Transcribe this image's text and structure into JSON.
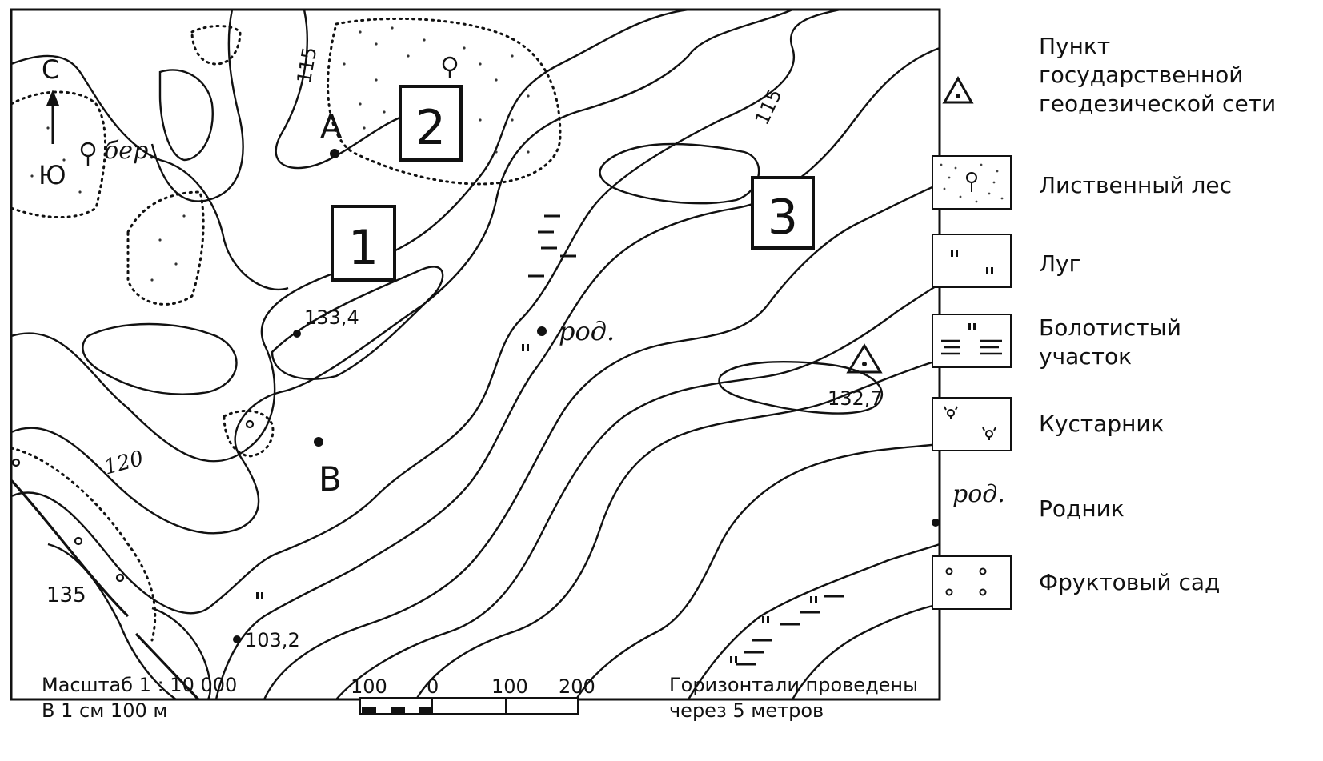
{
  "map": {
    "hill_label_1": "115",
    "hill_label_2": "115",
    "label_120": "120",
    "label_135": "135",
    "elev_1": "133,4",
    "elev_2": "132,7",
    "elev_3": "103,2",
    "point_a": "А",
    "point_b": "В",
    "square_1": "1",
    "square_2": "2",
    "square_3": "3",
    "north": "С",
    "south": "Ю",
    "birch": "бер.",
    "spring_label": "род."
  },
  "legend": {
    "items": [
      {
        "label_1": "Пункт",
        "label_2": "государственной",
        "label_3": "геодезической сети",
        "icon": "triangle-icon"
      },
      {
        "label": "Лиственный лес",
        "icon": "deciduous-forest-icon"
      },
      {
        "label": "Луг",
        "icon": "meadow-icon"
      },
      {
        "label_1": "Болотистый",
        "label_2": "участок",
        "icon": "swamp-icon"
      },
      {
        "label": "Кустарник",
        "icon": "shrub-icon"
      },
      {
        "label": "Родник",
        "sample": "род.",
        "icon": "spring-icon"
      },
      {
        "label": "Фруктовый сад",
        "icon": "orchard-icon"
      }
    ]
  },
  "footer": {
    "scale_line1": "Масштаб 1 : 10 000",
    "scale_line2": "В 1 см 100 м",
    "bar_labels": [
      "100",
      "0",
      "100",
      "200"
    ],
    "contour_line1": "Горизонтали проведены",
    "contour_line2": "через 5 метров"
  }
}
